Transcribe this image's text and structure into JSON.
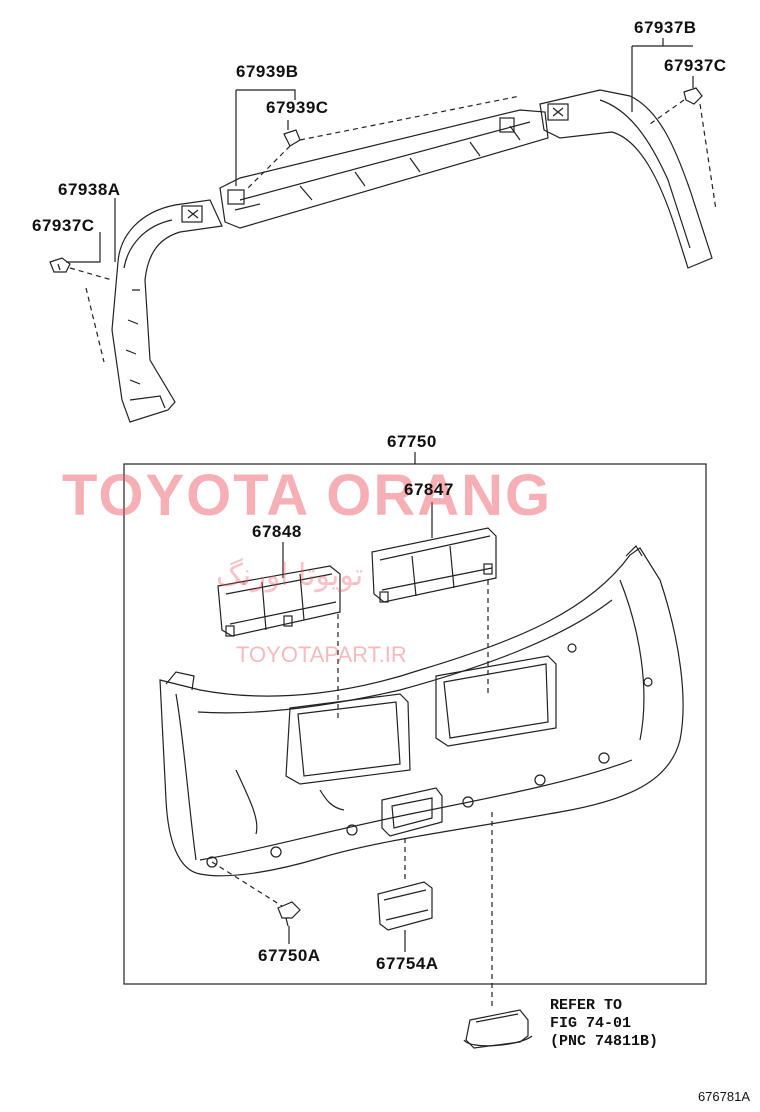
{
  "labels": {
    "p67937B": "67937B",
    "p67937C_right": "67937C",
    "p67939B": "67939B",
    "p67939C": "67939C",
    "p67938A": "67938A",
    "p67937C_left": "67937C",
    "p67750": "67750",
    "p67847": "67847",
    "p67848": "67848",
    "p67750A": "67750A",
    "p67754A": "67754A"
  },
  "reference": {
    "line1": "REFER TO",
    "line2": "FIG 74-01",
    "line3": "(PNC 74811B)"
  },
  "watermark": {
    "brand": "TOYOTA ORANG",
    "persian": "تویوتا اورنگ",
    "site": "TOYOTAPART.IR"
  },
  "diagram_code": "676781A",
  "colors": {
    "line": "#222222",
    "watermark": "#ec505c"
  }
}
